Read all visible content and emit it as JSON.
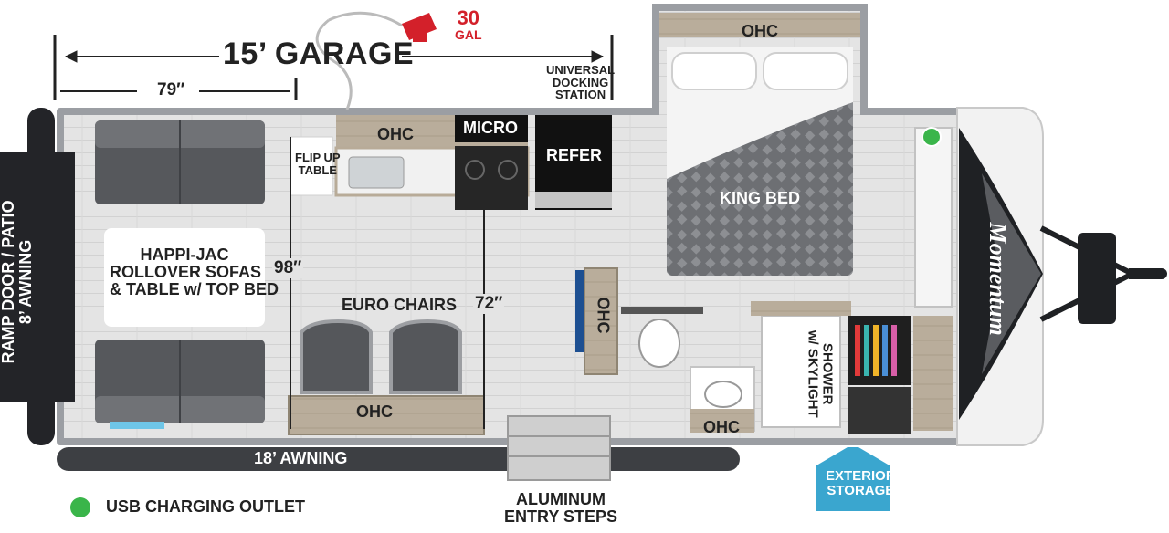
{
  "dimensions": {
    "garage": "15’ GARAGE",
    "garage_depth": "79″",
    "width_living": "98″",
    "width_center": "72″",
    "awning_side": "18’ AWNING"
  },
  "fuel": {
    "capacity": "30",
    "unit": "GAL"
  },
  "labels": {
    "universal_docking": [
      "UNIVERSAL",
      "DOCKING",
      "STATION"
    ],
    "ohc": "OHC",
    "micro": "MICRO",
    "refer": "REFER",
    "flip_up_table": [
      "FLIP UP",
      "TABLE"
    ],
    "king_bed": "KING BED",
    "sofas": [
      "HAPPI-JAC",
      "ROLLOVER SOFAS",
      "& TABLE w/ TOP BED"
    ],
    "euro_chairs": "EURO CHAIRS",
    "shower": [
      "SHOWER",
      "w/ SKYLIGHT"
    ],
    "ramp_door": [
      "RAMP DOOR / PATIO",
      "8’ AWNING"
    ],
    "exterior_storage": [
      "EXTERIOR",
      "STORAGE"
    ],
    "entry_steps": [
      "ALUMINUM",
      "ENTRY STEPS"
    ],
    "brand": "Momentum"
  },
  "legend": {
    "usb": "USB CHARGING OUTLET"
  },
  "colors": {
    "wall": "#9b9ea3",
    "floor": "#e3e3e3",
    "cabinet": "#b8ab98",
    "sofa": "#56585c",
    "fuel": "#d3202a",
    "usb": "#3ab54a",
    "storage": "#3aa6cf",
    "cap": "#1f2124"
  }
}
